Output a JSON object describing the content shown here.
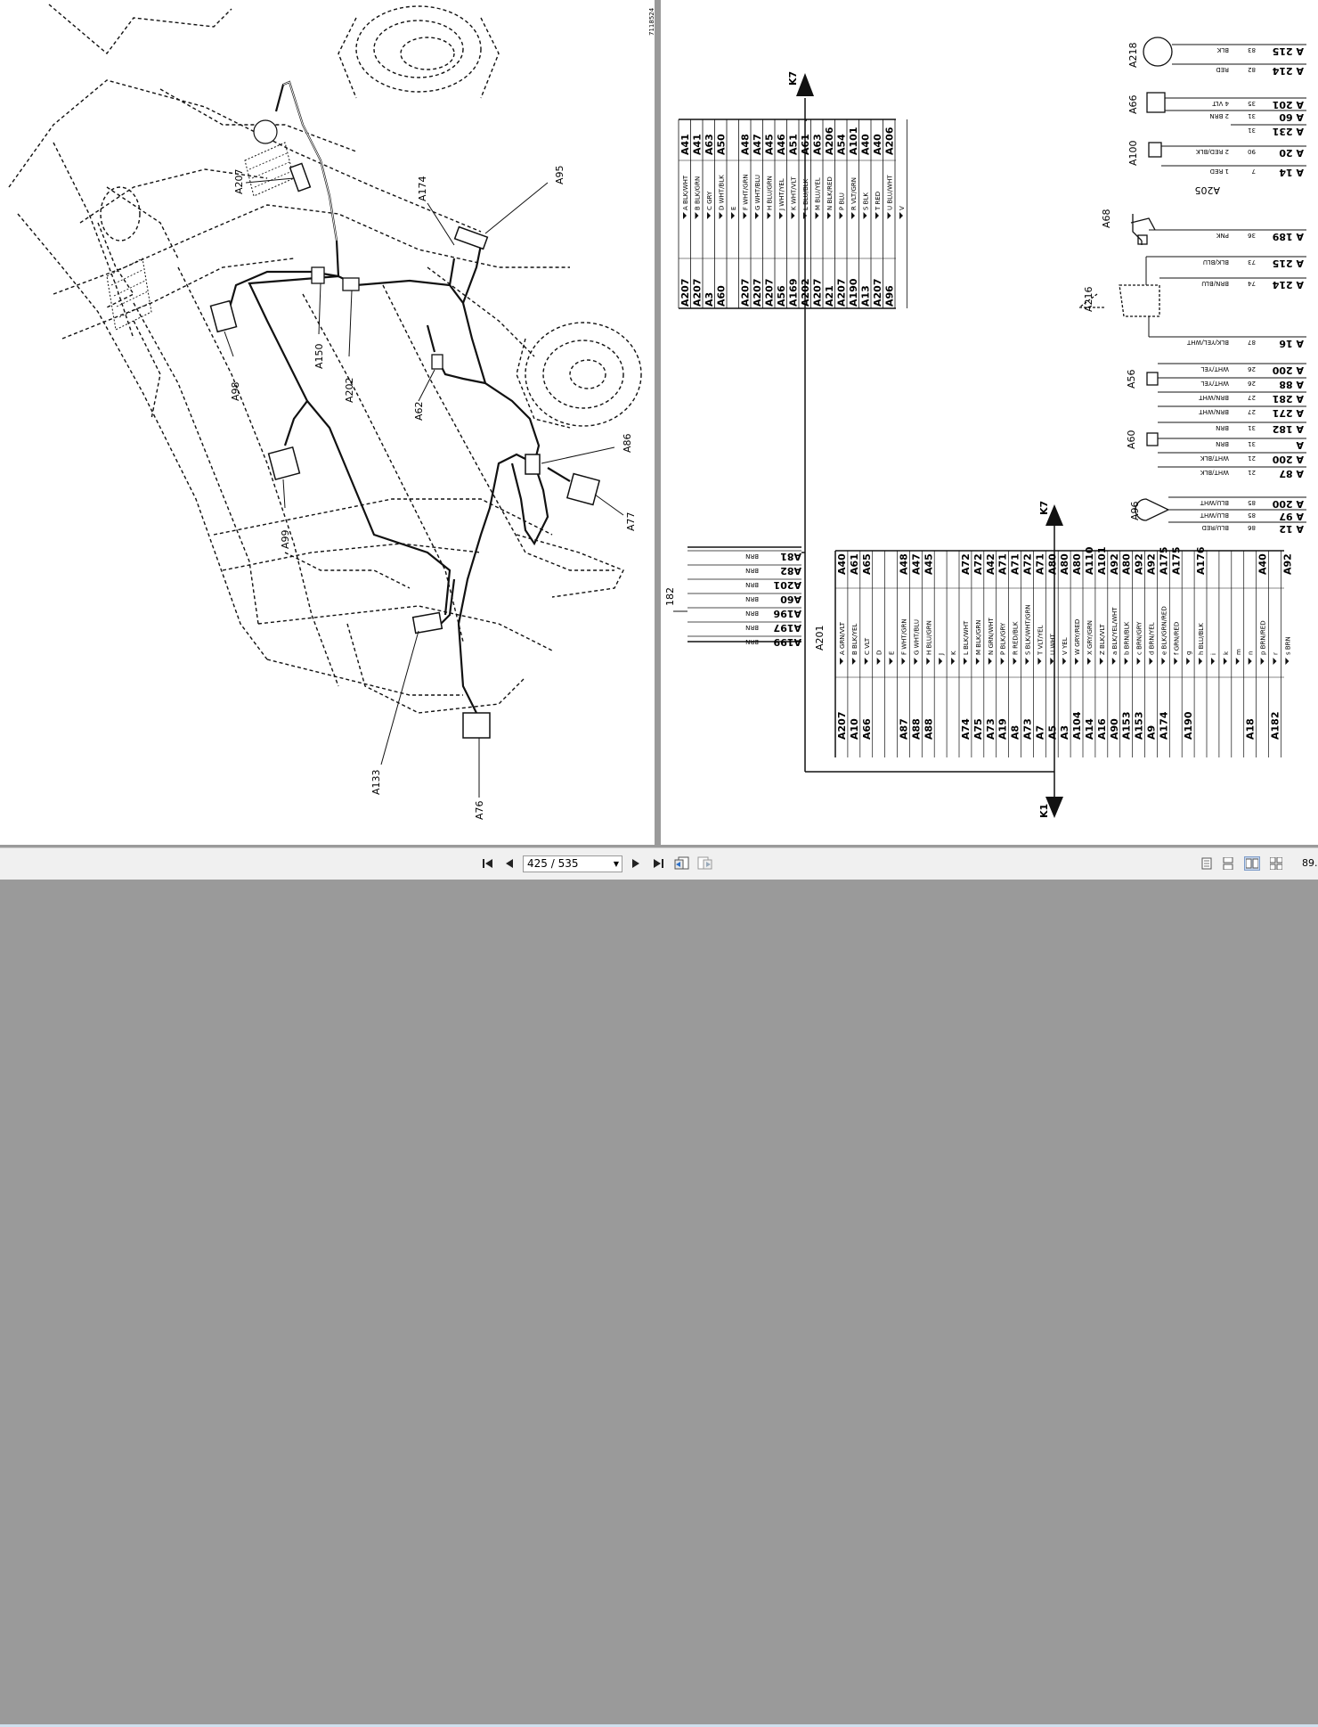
{
  "viewer": {
    "page_indicator": "425 / 535",
    "zoom": "89."
  },
  "left_page": {
    "labels": [
      "A207",
      "A174",
      "A95",
      "A150",
      "A202",
      "A98",
      "A62",
      "A86",
      "A99",
      "A77",
      "A133",
      "A76"
    ],
    "margin_code": "7118524"
  },
  "right_page": {
    "arrows": {
      "k7_top": "K7",
      "k7_mid": "K7",
      "k1": "K1"
    },
    "upper_connector": {
      "pins": [
        "A BLK/WHT",
        "B BLK/GRN",
        "C GRY",
        "D WHT/BLK",
        "E",
        "F WHT/GRN",
        "G WHT/BLU",
        "H BLU/GRN",
        "J WHT/YEL",
        "K WHT/VLT",
        "L BLU/BLK",
        "M BLU/YEL",
        "N BLK/RED",
        "P BLU",
        "R VLT/GRN",
        "S BLK",
        "T RED",
        "U BLU/WHT",
        "V"
      ],
      "dest": [
        "A41",
        "A41",
        "A63",
        "A50",
        "",
        "A48",
        "A47",
        "A45",
        "A46",
        "A51",
        "A61",
        "A63",
        "A206",
        "A54",
        "A101",
        "A40",
        "A40",
        "A206",
        ""
      ],
      "src": [
        "A207",
        "A207",
        "A3",
        "A60",
        "",
        "A207",
        "A207",
        "A207",
        "A56",
        "A169",
        "A202",
        "A207",
        "A21",
        "A207",
        "A190",
        "A13",
        "A207",
        "A96",
        ""
      ]
    },
    "connector_182": {
      "id": "182",
      "rows": [
        "A81",
        "A82",
        "A201",
        "A60",
        "A196",
        "A197",
        "A199"
      ],
      "color": "BRN"
    },
    "connector_A201": {
      "id": "A201",
      "pins": [
        "A GRN/VLT",
        "B BLK/YEL",
        "C VLT",
        "D",
        "E",
        "F WHT/GRN",
        "G WHT/BLU",
        "H BLU/GRN",
        "J",
        "K",
        "L BLK/WHT",
        "M BLK/GRN",
        "N GRN/WHT",
        "P BLK/GRY",
        "R RED/BLK",
        "S BLK/WHT/GRN",
        "T VLT/YEL",
        "U WHT",
        "V YEL",
        "W GRY/RED",
        "X GRY/GRN",
        "Z BLK/VLT",
        "a BLK/YEL/WHT",
        "b BRN/BLK",
        "c BRN/GRY",
        "d BRN/YEL",
        "e BLK/GRN/RED",
        "f GRN/RED",
        "g",
        "h BLU/BLK",
        "i",
        "k",
        "m",
        "n",
        "p BRN/RED",
        "r",
        "s BRN"
      ],
      "dest": [
        "A40",
        "A61",
        "A65",
        "",
        "",
        "A48",
        "A47",
        "A45",
        "",
        "",
        "A72",
        "A72",
        "A42",
        "A71",
        "A71",
        "A72",
        "A71",
        "A80",
        "A80",
        "A80",
        "A110",
        "A101",
        "A92",
        "A80",
        "A92",
        "A92",
        "A175",
        "A175",
        "",
        "A176",
        "",
        "",
        "",
        "",
        "A40",
        "",
        "A92"
      ],
      "src": [
        "A207",
        "A10",
        "A66",
        "",
        "",
        "A87",
        "A88",
        "A88",
        "",
        "",
        "A74",
        "A75",
        "A73",
        "A19",
        "A8",
        "A73",
        "A7",
        "A5",
        "A3",
        "A104",
        "A14",
        "A16",
        "A90",
        "A153",
        "A153",
        "A9",
        "A174",
        "",
        "A190",
        "",
        "",
        "",
        "",
        "A18",
        "",
        "A182",
        ""
      ]
    },
    "components": [
      "A218",
      "A66",
      "A100",
      "A205",
      "A68",
      "A216",
      "A56",
      "A60",
      "A96"
    ],
    "right_wires": [
      {
        "code": "A 215",
        "num": "83",
        "wire": "BLK"
      },
      {
        "code": "A 214",
        "num": "82",
        "wire": "RED"
      },
      {
        "code": "A 201",
        "num": "35",
        "wire": "4 VLT"
      },
      {
        "code": "A 60",
        "num": "31",
        "wire": "2 BRN"
      },
      {
        "code": "A 231",
        "num": "31",
        "wire": ""
      },
      {
        "code": "A 20",
        "num": "90",
        "wire": "2 RED/BLK"
      },
      {
        "code": "A 14",
        "num": "7",
        "wire": "1 RED"
      },
      {
        "code": "A 189",
        "num": "36",
        "wire": "PNK"
      },
      {
        "code": "A 215",
        "num": "73",
        "wire": "BLK/BLU"
      },
      {
        "code": "A 214",
        "num": "74",
        "wire": "BRN/BLU"
      },
      {
        "code": "A 16",
        "num": "87",
        "wire": "BLK/YEL/WHT"
      },
      {
        "code": "A 200",
        "num": "26",
        "wire": "WHT/YEL"
      },
      {
        "code": "A 88",
        "num": "26",
        "wire": "WHT/YEL"
      },
      {
        "code": "A 281",
        "num": "27",
        "wire": "BRN/WHT"
      },
      {
        "code": "A 271",
        "num": "27",
        "wire": "BRN/WHT"
      },
      {
        "code": "A 182",
        "num": "31",
        "wire": "BRN"
      },
      {
        "code": "A",
        "num": "31",
        "wire": "BRN"
      },
      {
        "code": "A 200",
        "num": "21",
        "wire": "WHT/BLK"
      },
      {
        "code": "A 87",
        "num": "21",
        "wire": "WHT/BLK"
      },
      {
        "code": "A 200",
        "num": "85",
        "wire": "BLU/WHT"
      },
      {
        "code": "A 97",
        "num": "85",
        "wire": "BLU/WHT"
      },
      {
        "code": "A 12",
        "num": "86",
        "wire": "BLU/RED"
      }
    ]
  }
}
